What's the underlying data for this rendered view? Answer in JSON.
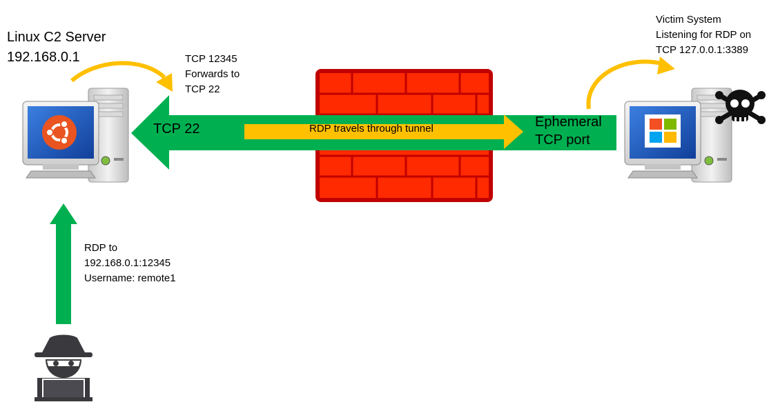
{
  "server": {
    "title": "Linux C2 Server",
    "ip": "192.168.0.1"
  },
  "forward_note": {
    "lines": [
      "TCP 12345",
      "Forwards to",
      "TCP 22"
    ]
  },
  "victim_note": {
    "lines": [
      "Victim System",
      "Listening for RDP on",
      "TCP 127.0.0.1:3389"
    ]
  },
  "rdp_note": {
    "lines": [
      "RDP to",
      "192.168.0.1:12345",
      "Username: remote1"
    ]
  },
  "tunnel": {
    "left_label": "TCP 22",
    "right_label_lines": [
      "Ephemeral",
      "TCP port"
    ],
    "inner_label": "RDP travels through tunnel"
  },
  "colors": {
    "tunnel_green": "#00b050",
    "flow_yellow": "#ffc000",
    "firewall_red": "#ff2a00",
    "firewall_border": "#c00000",
    "ubuntu_orange": "#e95420",
    "screen_blue": "#1f5fbf"
  },
  "icons": {
    "server_computer": "ubuntu-computer-icon",
    "victim_computer": "windows-computer-icon",
    "skull": "skull-crossbones-icon",
    "attacker": "hacker-icon",
    "firewall": "brick-wall-icon"
  }
}
